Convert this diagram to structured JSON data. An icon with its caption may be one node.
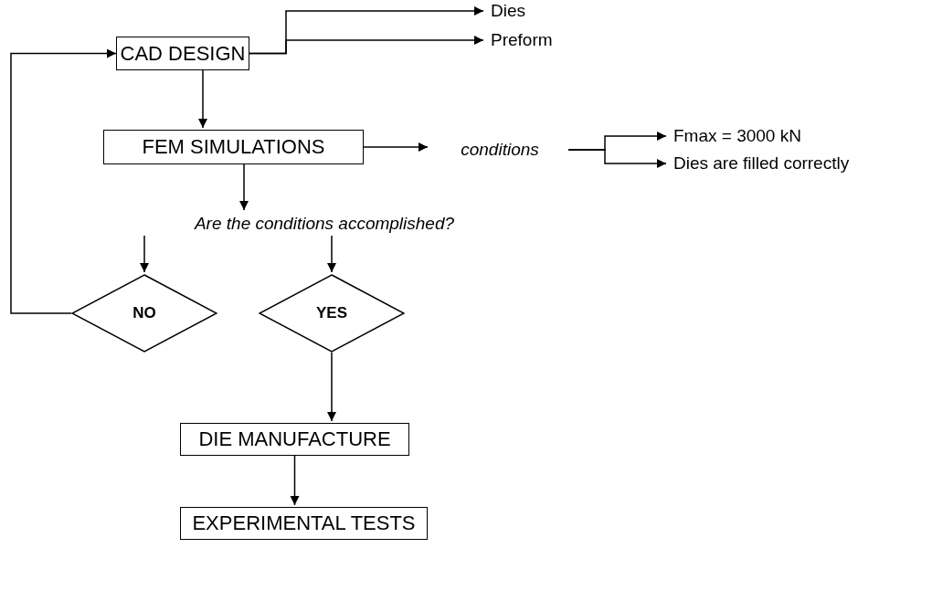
{
  "diagram": {
    "nodes": [
      {
        "text": [
          "CAD DESIGN"
        ]
      },
      {
        "text": [
          "Dies"
        ]
      },
      {
        "text": [
          "Preform"
        ]
      },
      {
        "text": [
          "FEM SIMULATIONS"
        ]
      },
      {
        "text": [
          "conditions"
        ]
      },
      {
        "text": [
          "Fmax = 3000  kN"
        ]
      },
      {
        "text": [
          "Dies are filled correctly"
        ]
      },
      {
        "text": [
          "Are the conditions accomplished?"
        ]
      },
      {
        "text": [
          "NO"
        ]
      },
      {
        "text": [
          "YES"
        ]
      },
      {
        "text": [
          "DIE MANUFACTURE"
        ]
      },
      {
        "text": [
          "EXPERIMENTAL TESTS"
        ]
      }
    ],
    "edges": [
      {
        "from": 0,
        "to": 1,
        "arrow": "to"
      },
      {
        "from": 0,
        "to": 2,
        "arrow": "to"
      },
      {
        "from": 0,
        "to": 3,
        "arrow": "to"
      },
      {
        "from": 3,
        "to": 4,
        "arrow": "to"
      },
      {
        "from": 4,
        "to": 5,
        "arrow": "to"
      },
      {
        "from": 4,
        "to": 6,
        "arrow": "to"
      },
      {
        "from": 3,
        "to": 7,
        "arrow": "to"
      },
      {
        "from": 7,
        "to": 8,
        "arrow": "to"
      },
      {
        "from": 7,
        "to": 9,
        "arrow": "to"
      },
      {
        "from": 8,
        "to": 0,
        "arrow": "to"
      },
      {
        "from": 9,
        "to": 10,
        "arrow": "to"
      },
      {
        "from": 10,
        "to": 11,
        "arrow": "to"
      }
    ]
  }
}
